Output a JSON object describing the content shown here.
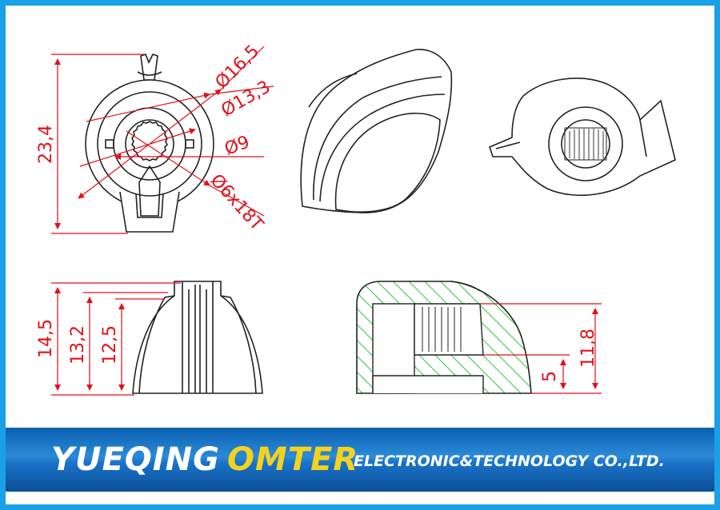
{
  "colors": {
    "frame": "#1aa0e6",
    "dimension": "#e0111a",
    "hatch": "#2fc640",
    "outline": "#222222",
    "banner": "#1a73c8",
    "brand_primary": "#ffffff",
    "brand_accent": "#f5d21c"
  },
  "top_left_view": {
    "dim_height": "23,4",
    "dim_d1": "Ø16,5",
    "dim_d2": "Ø13,3",
    "dim_d3": "Ø9",
    "dim_d4": "Ø6x18T"
  },
  "bottom_left_view": {
    "dim_h1": "14,5",
    "dim_h2": "13,2",
    "dim_h3": "12,5"
  },
  "bottom_right_view": {
    "dim_h1": "11,8",
    "dim_h2": "5"
  },
  "banner": {
    "brand_1": "YUEQING",
    "brand_2": "OMTER",
    "company": "ELECTRONIC&TECHNOLOGY  CO.,LTD."
  }
}
